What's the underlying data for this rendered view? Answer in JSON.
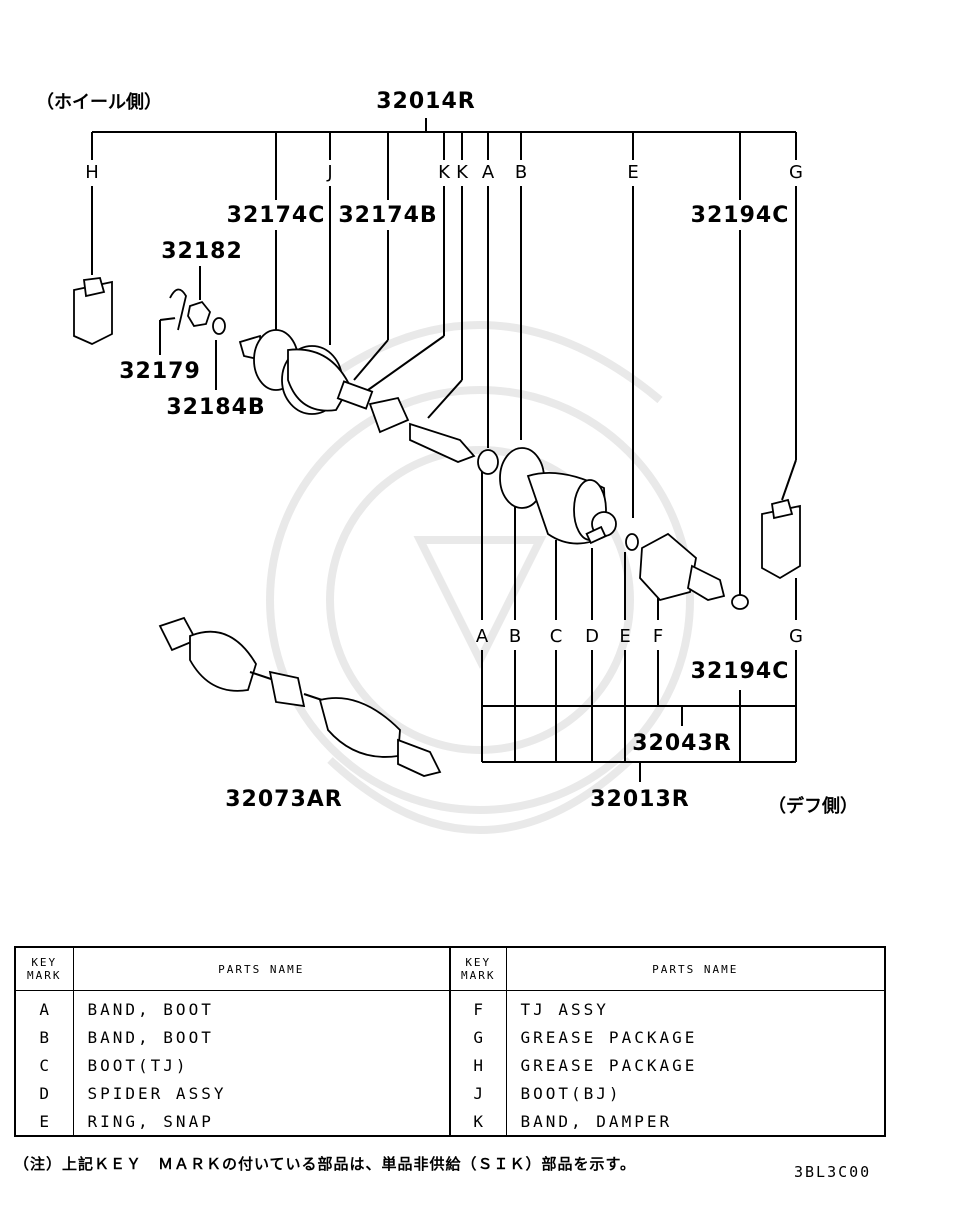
{
  "diagram": {
    "side_labels": {
      "wheel_side": "（ホイール側）",
      "diff_side": "（デフ側）"
    },
    "part_numbers": {
      "assembly": "32014R",
      "p32174C": "32174C",
      "p32174B": "32174B",
      "p32182": "32182",
      "p32179": "32179",
      "p32184B": "32184B",
      "p32194C_top": "32194C",
      "p32194C_bottom": "32194C",
      "p32073AR": "32073AR",
      "p32043R": "32043R",
      "p32013R": "32013R"
    },
    "top_key_marks": [
      "H",
      "J",
      "K",
      "K",
      "A",
      "B",
      "E",
      "G"
    ],
    "bottom_key_marks": [
      "A",
      "B",
      "C",
      "D",
      "E",
      "F",
      "G"
    ]
  },
  "table": {
    "headers": {
      "key_mark_line1": "KEY",
      "key_mark_line2": "MARK",
      "parts_name": "PARTS NAME"
    },
    "left_rows": [
      {
        "key": "A",
        "name": "BAND, BOOT"
      },
      {
        "key": "B",
        "name": "BAND, BOOT"
      },
      {
        "key": "C",
        "name": "BOOT(TJ)"
      },
      {
        "key": "D",
        "name": "SPIDER ASSY"
      },
      {
        "key": "E",
        "name": "RING, SNAP"
      }
    ],
    "right_rows": [
      {
        "key": "F",
        "name": "TJ ASSY"
      },
      {
        "key": "G",
        "name": "GREASE PACKAGE"
      },
      {
        "key": "H",
        "name": "GREASE PACKAGE"
      },
      {
        "key": "J",
        "name": "BOOT(BJ)"
      },
      {
        "key": "K",
        "name": "BAND, DAMPER"
      }
    ]
  },
  "footer": {
    "note": "（注）上記ＫＥＹ　ＭＡＲＫの付いている部品は、単品非供給（ＳＩＫ）部品を示す。",
    "diagram_code": "3BL3C00"
  }
}
